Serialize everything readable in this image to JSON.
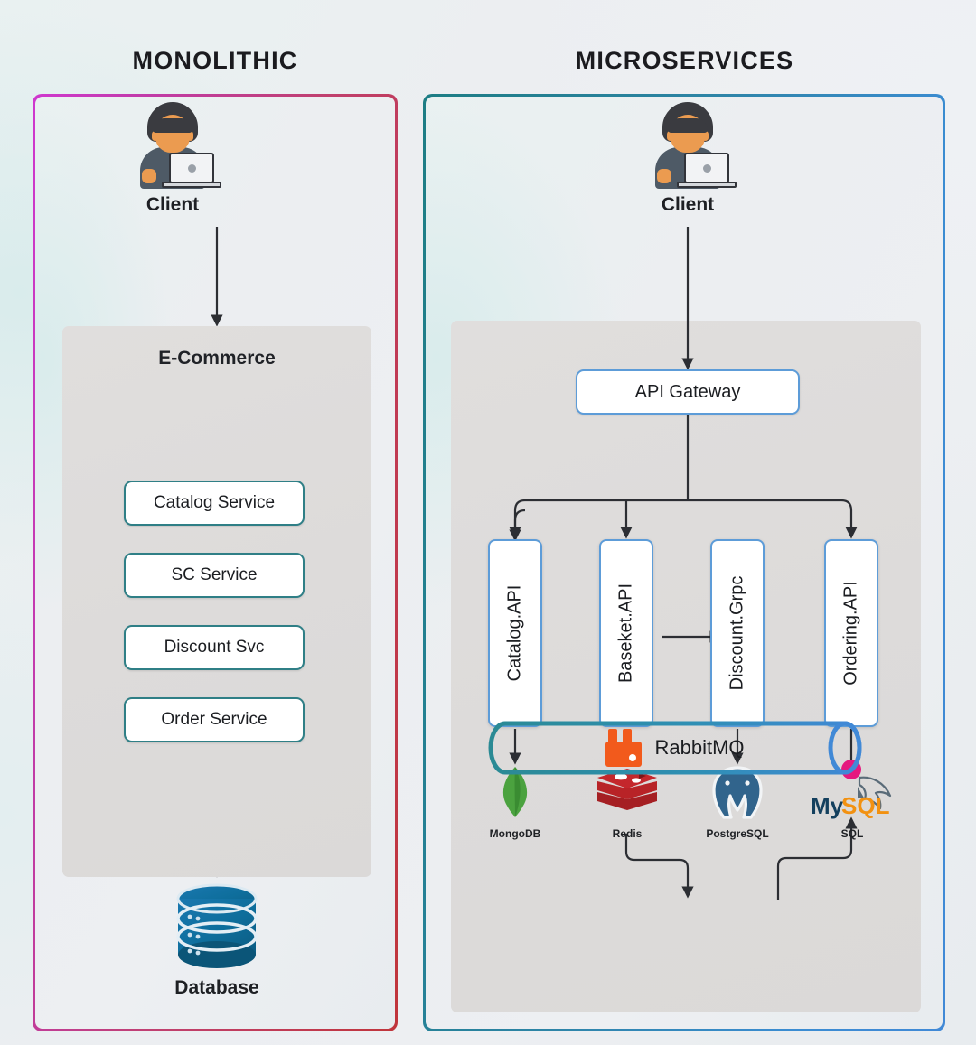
{
  "columns": {
    "monolithic": {
      "title": "MONOLITHIC",
      "border_gradient": [
        "#cf38cf",
        "#c0353b"
      ],
      "client": {
        "label": "Client",
        "icon": "person-with-laptop-icon"
      },
      "container": {
        "title": "E-Commerce"
      },
      "services": [
        {
          "label": "Catalog Service"
        },
        {
          "label": "SC Service"
        },
        {
          "label": "Discount Svc"
        },
        {
          "label": "Order Service"
        }
      ],
      "database": {
        "label": "Database",
        "icon": "database-cylinder-icon",
        "color": "#0f6d9e"
      }
    },
    "microservices": {
      "title": "MICROSERVICES",
      "border_gradient": [
        "#1d7d84",
        "#4189d6"
      ],
      "client": {
        "label": "Client",
        "icon": "person-with-laptop-icon"
      },
      "gateway": {
        "label": "API Gateway",
        "border_color": "#5d9cd8"
      },
      "services": [
        {
          "label": "Catalog.API"
        },
        {
          "label": "Baseket.API"
        },
        {
          "label": "Discount.Grpc"
        },
        {
          "label": "Ordering.API"
        }
      ],
      "datastores": [
        {
          "label": "MongoDB",
          "icon": "mongodb-leaf-icon",
          "color": "#4ba23f"
        },
        {
          "label": "Redis",
          "icon": "redis-stack-icon",
          "color": "#c4272c"
        },
        {
          "label": "PostgreSQL",
          "icon": "postgresql-elephant-icon",
          "color": "#31648c"
        },
        {
          "label": "SQL",
          "icon": "mysql-dolphin-icon",
          "logo_text_a": "My",
          "logo_text_b": "SQL",
          "color_a": "#14405e",
          "color_b": "#f29111"
        }
      ],
      "message_broker": {
        "label": "RabbitMQ",
        "icon": "rabbitmq-icon",
        "color": "#f25a1c"
      }
    }
  },
  "theme": {
    "background": "#eceef1",
    "panel_fill": "#dddbda",
    "service_border": "#2f7f86",
    "gateway_border": "#5d9cd8",
    "wire_color": "#2c2e33",
    "magenta_node": "#e5197f"
  }
}
